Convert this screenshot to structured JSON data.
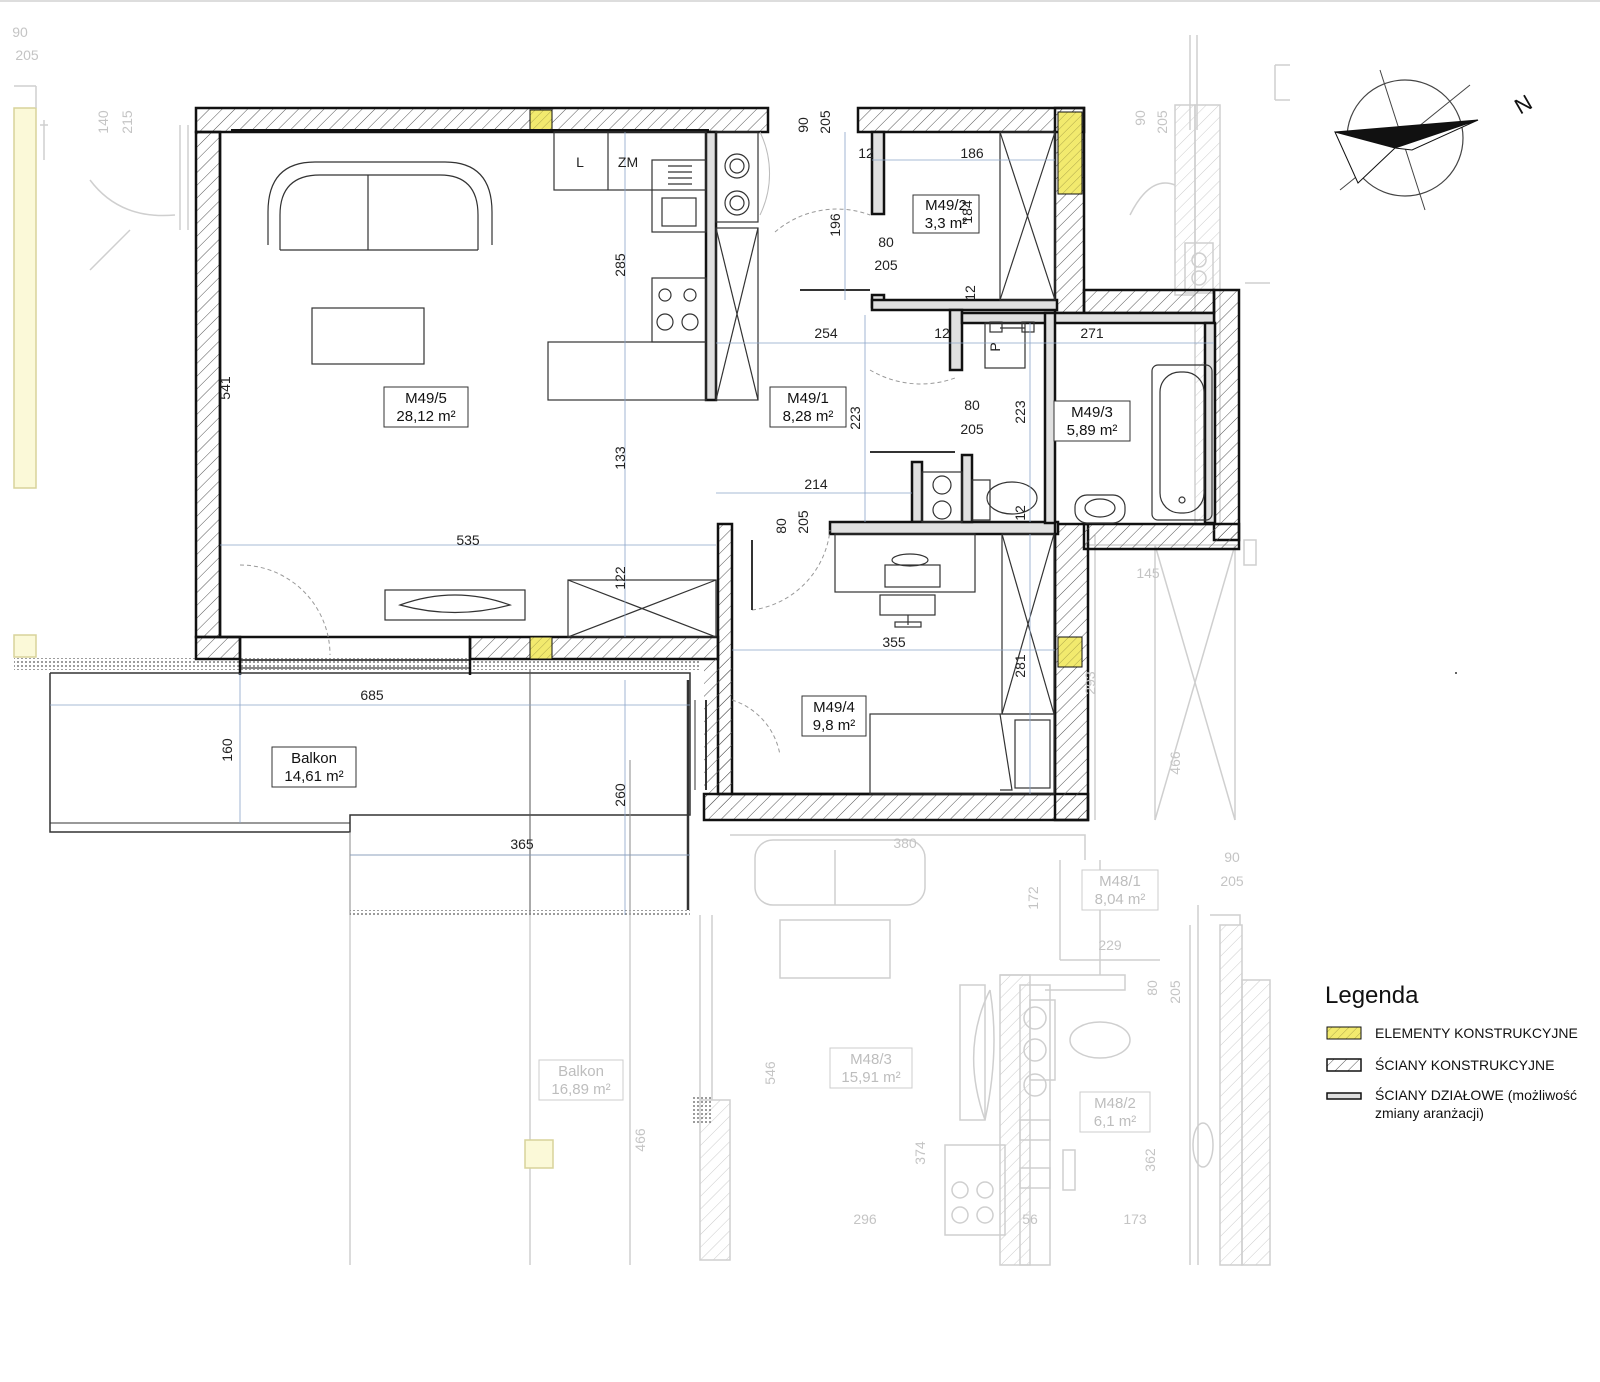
{
  "colors": {
    "structural_element": "#f2ea6e",
    "wall": "#111111",
    "faint": "#c8c8c8"
  },
  "rooms": [
    {
      "id": "M49/5",
      "area": "28,12 m²"
    },
    {
      "id": "M49/1",
      "area": "8,28 m²"
    },
    {
      "id": "M49/2",
      "area": "3,3 m²"
    },
    {
      "id": "M49/3",
      "area": "5,89 m²"
    },
    {
      "id": "M49/4",
      "area": "9,8 m²"
    },
    {
      "id": "Balkon",
      "area": "14,61 m²"
    }
  ],
  "neighbour_rooms": [
    {
      "id": "M48/1",
      "area": "8,04 m²"
    },
    {
      "id": "M48/3",
      "area": "15,91 m²"
    },
    {
      "id": "M48/2",
      "area": "6,1 m²"
    },
    {
      "id": "Balkon",
      "area": "16,89 m²"
    }
  ],
  "fixture_labels": {
    "l": "L",
    "zm": "ZM",
    "p": "P"
  },
  "dimensions": {
    "d541": "541",
    "d535": "535",
    "d285": "285",
    "d133": "133",
    "d122": "122",
    "d254": "254",
    "d223a": "223",
    "d223b": "223",
    "d214": "214",
    "d196": "196",
    "d186": "186",
    "d184": "184",
    "d12a": "12",
    "d12b": "12",
    "d12c": "12",
    "d12d": "12",
    "d271": "271",
    "d355": "355",
    "d281": "281",
    "d685": "685",
    "d160": "160",
    "d260": "260",
    "d365": "365",
    "door1_w": "80",
    "door1_h": "205",
    "door2_w": "80",
    "door2_h": "205",
    "door3_w": "80",
    "door3_h": "205",
    "door4_w": "90",
    "door4_h": "205"
  },
  "faint_dimensions": {
    "f90a": "90",
    "f205a": "205",
    "f140": "140",
    "f215": "215",
    "f90b": "90",
    "f205b": "205",
    "f145": "145",
    "f293": "293",
    "f466a": "466",
    "f380": "380",
    "f90c": "90",
    "f205c": "205",
    "f172": "172",
    "f229": "229",
    "f80": "80",
    "f205d": "205",
    "f546": "546",
    "f374": "374",
    "f466b": "466",
    "f296": "296",
    "f56": "56",
    "f173": "173",
    "f362": "362"
  },
  "compass": {
    "label": "N"
  },
  "legend": {
    "title": "Legenda",
    "items": [
      {
        "label": "ELEMENTY KONSTRUKCYJNE"
      },
      {
        "label": "ŚCIANY KONSTRUKCYJNE"
      },
      {
        "label": "ŚCIANY DZIAŁOWE (możliwość",
        "label2": "zmiany aranżacji)"
      }
    ]
  }
}
